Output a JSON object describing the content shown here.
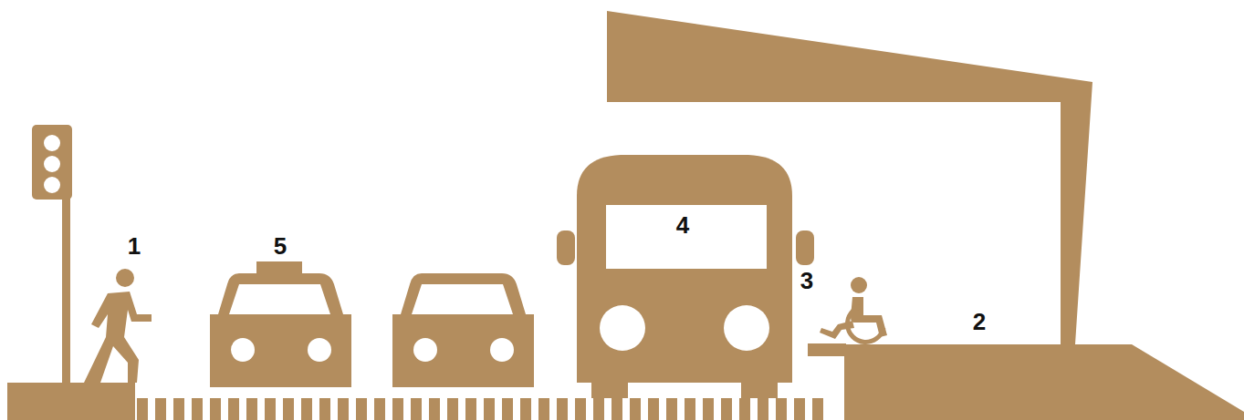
{
  "diagram": {
    "labels": [
      "1",
      "5",
      "4",
      "3",
      "2"
    ]
  }
}
